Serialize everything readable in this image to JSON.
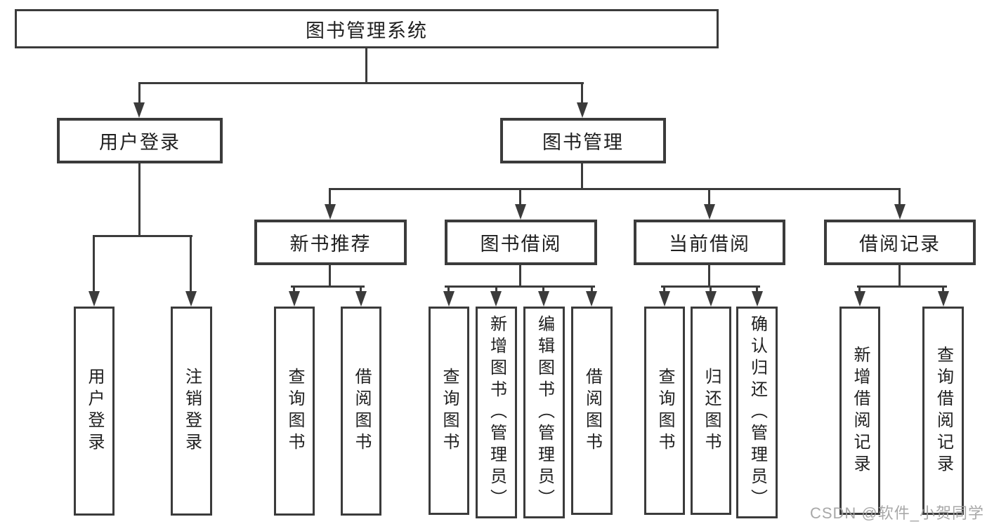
{
  "watermark": "CSDN @软件_小贺同学",
  "colors": {
    "background": "#ffffff",
    "line": "#3b3b3b",
    "text": "#1f1f1f",
    "watermark": "#9e9e9e"
  },
  "tree": {
    "label": "图书管理系统",
    "children": [
      {
        "label": "用户登录",
        "children": [
          {
            "label": "用户登录"
          },
          {
            "label": "注销登录"
          }
        ]
      },
      {
        "label": "图书管理",
        "children": [
          {
            "label": "新书推荐",
            "children": [
              {
                "label": "查询图书"
              },
              {
                "label": "借阅图书"
              }
            ]
          },
          {
            "label": "图书借阅",
            "children": [
              {
                "label": "查询图书"
              },
              {
                "label": "新增图书（管理员）"
              },
              {
                "label": "编辑图书（管理员）"
              },
              {
                "label": "借阅图书"
              }
            ]
          },
          {
            "label": "当前借阅",
            "children": [
              {
                "label": "查询图书"
              },
              {
                "label": "归还图书"
              },
              {
                "label": "确认归还（管理员）"
              }
            ]
          },
          {
            "label": "借阅记录",
            "children": [
              {
                "label": "新增借阅记录"
              },
              {
                "label": "查询借阅记录"
              }
            ]
          }
        ]
      }
    ]
  }
}
